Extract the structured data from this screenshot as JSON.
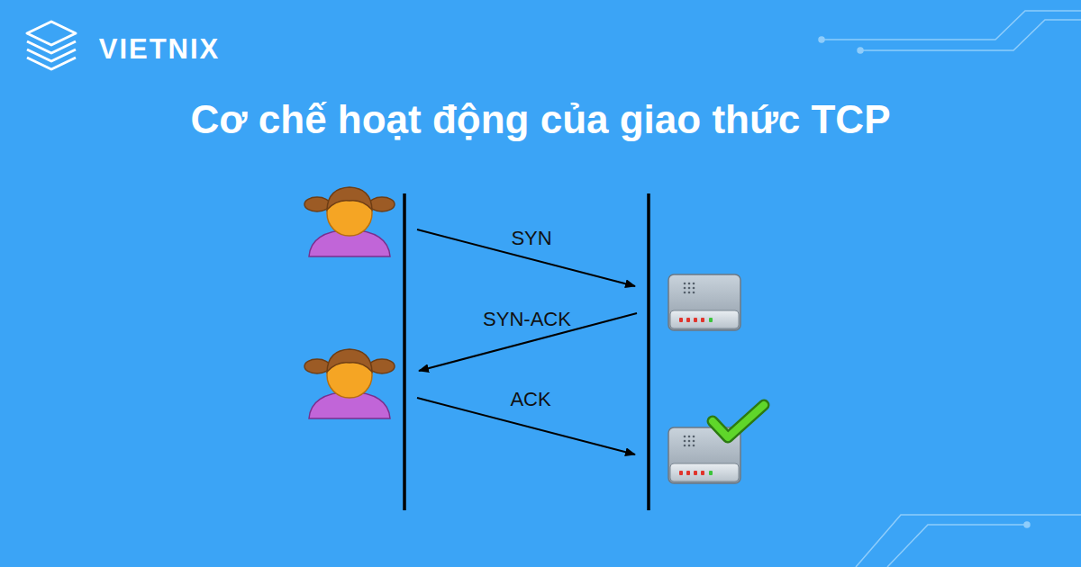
{
  "diagram": {
    "title": "Cơ chế hoạt động của giao thức TCP",
    "labels": [
      "VIETNIX",
      "SYN",
      "SYN-ACK",
      "ACK"
    ]
  }
}
